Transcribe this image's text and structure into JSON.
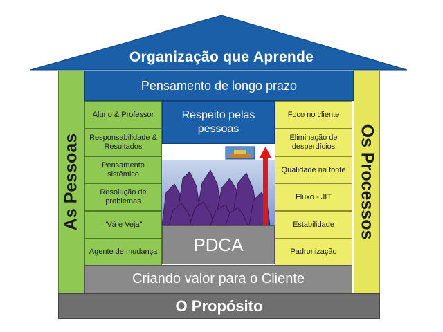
{
  "roof": {
    "title": "Organização que Aprende",
    "color": "#1a5fa8"
  },
  "top_banner": {
    "label": "Pensamento de longo prazo"
  },
  "left_pillar": {
    "title": "As Pessoas",
    "color": "#8fc853",
    "items": [
      "Aluno & Professor",
      "Responsabilidade & Resultados",
      "Pensamento sistêmico",
      "Resolução de problemas",
      "\"Vá e Veja\"",
      "Agente de mudança"
    ]
  },
  "right_pillar": {
    "title": "Os Processos",
    "color": "#e6e65c",
    "items": [
      "Foco no cliente",
      "Eliminação de desperdícios",
      "Qualidade na fonte",
      "Fluxo - JIT",
      "Estabilidade",
      "Padronização"
    ]
  },
  "center": {
    "respect": "Respeito pelas pessoas",
    "pdca": "PDCA"
  },
  "base": {
    "value": "Criando valor para o Cliente",
    "purpose": "O Propósito"
  }
}
